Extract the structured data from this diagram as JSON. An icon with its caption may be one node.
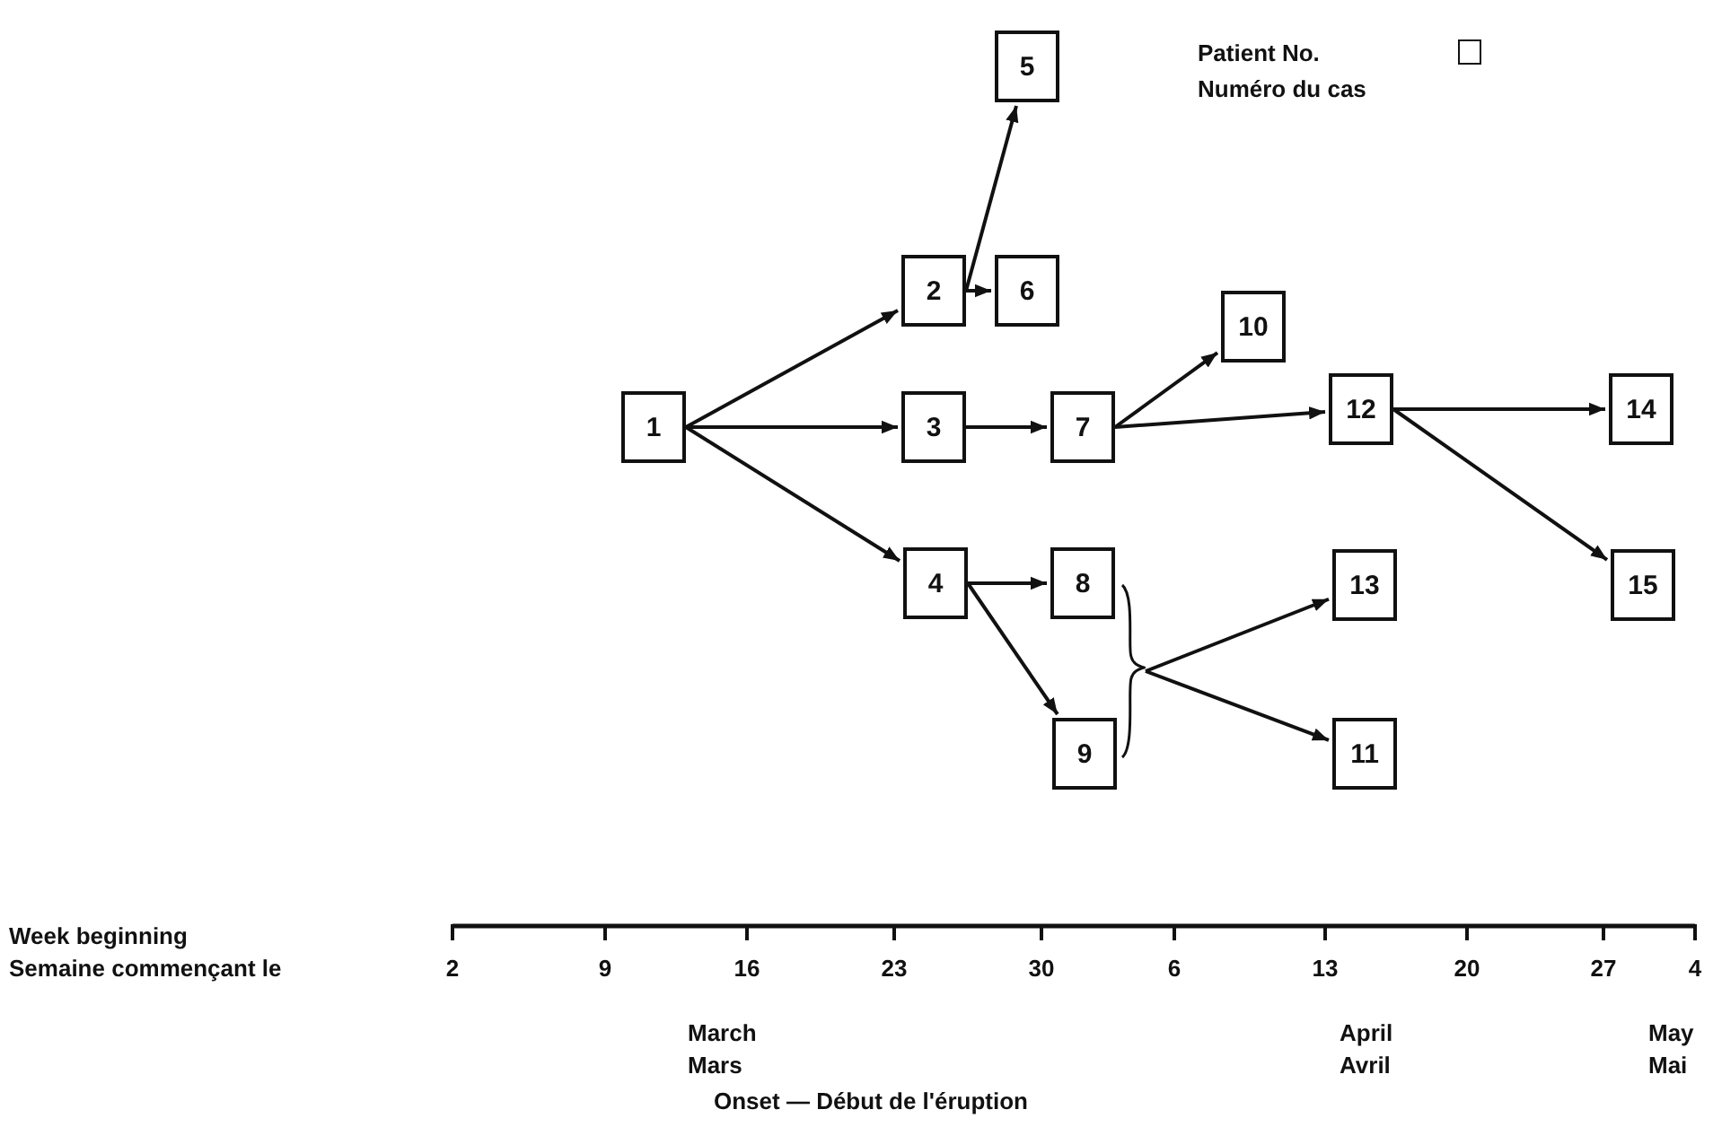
{
  "diagram": {
    "nodes": [
      {
        "text": [
          "1"
        ]
      },
      {
        "text": [
          "2"
        ]
      },
      {
        "text": [
          "3"
        ]
      },
      {
        "text": [
          "4"
        ]
      },
      {
        "text": [
          "5"
        ]
      },
      {
        "text": [
          "6"
        ]
      },
      {
        "text": [
          "7"
        ]
      },
      {
        "text": [
          "8"
        ]
      },
      {
        "text": [
          "9"
        ]
      },
      {
        "text": [
          "10"
        ]
      },
      {
        "text": [
          "11"
        ]
      },
      {
        "text": [
          "12"
        ]
      },
      {
        "text": [
          "13"
        ]
      },
      {
        "text": [
          "14"
        ]
      },
      {
        "text": [
          "15"
        ]
      },
      {
        "text": [],
        "shape": "bracket"
      }
    ],
    "edges": [
      {
        "from": 0,
        "to": 1,
        "arrow": "to"
      },
      {
        "from": 0,
        "to": 2,
        "arrow": "to"
      },
      {
        "from": 0,
        "to": 3,
        "arrow": "to"
      },
      {
        "from": 1,
        "to": 4,
        "arrow": "to"
      },
      {
        "from": 1,
        "to": 5,
        "arrow": "to"
      },
      {
        "from": 2,
        "to": 6,
        "arrow": "to"
      },
      {
        "from": 6,
        "to": 9,
        "arrow": "to"
      },
      {
        "from": 6,
        "to": 11,
        "arrow": "to"
      },
      {
        "from": 11,
        "to": 13,
        "arrow": "to"
      },
      {
        "from": 11,
        "to": 14,
        "arrow": "to"
      },
      {
        "from": 3,
        "to": 7,
        "arrow": "to"
      },
      {
        "from": 3,
        "to": 8,
        "arrow": "to"
      },
      {
        "from": 15,
        "to": 12,
        "arrow": "to"
      },
      {
        "from": 15,
        "to": 10,
        "arrow": "to"
      }
    ],
    "labels": [
      "Week beginning",
      "Semaine commençant le",
      "2",
      "9",
      "16",
      "23",
      "30",
      "6",
      "13",
      "20",
      "27",
      "4",
      "March",
      "April",
      "May",
      "Mars",
      "Avril",
      "Mai",
      "Onset — Début de l'éruption"
    ],
    "legend": [
      {
        "text": "Patient No. Numéro du cas"
      }
    ]
  }
}
